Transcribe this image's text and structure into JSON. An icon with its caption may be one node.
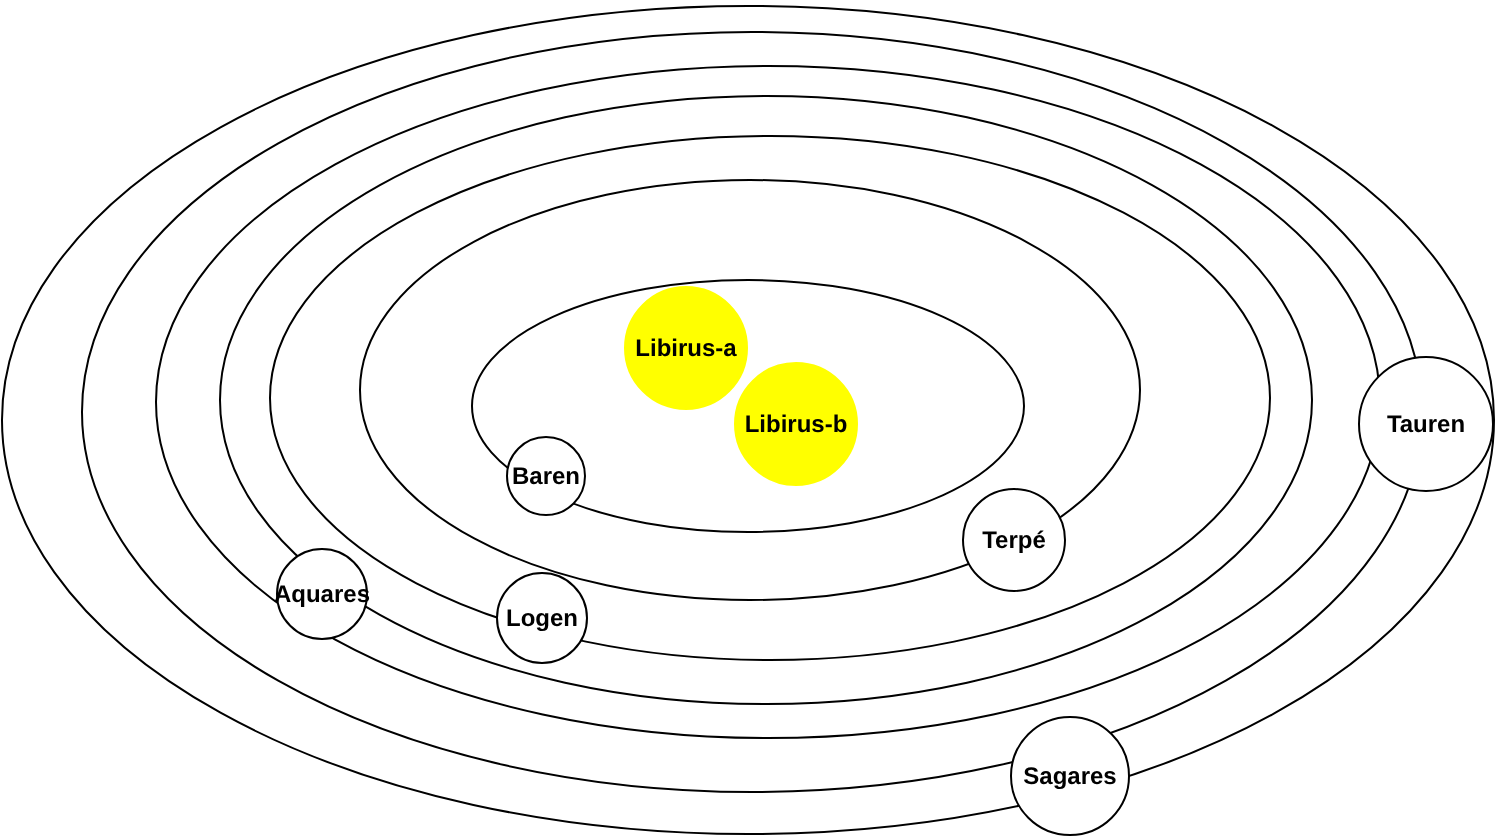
{
  "diagram": {
    "nodes": [
      {
        "text": [
          "Libirus-a"
        ]
      },
      {
        "text": [
          "Libirus-b"
        ]
      },
      {
        "text": [
          "Baren"
        ]
      },
      {
        "text": [
          "Terpé"
        ]
      },
      {
        "text": [
          "Aquares"
        ]
      },
      {
        "text": [
          "Logen"
        ]
      },
      {
        "text": [
          "Tauren"
        ]
      },
      {
        "text": [
          "Sagares"
        ]
      }
    ]
  }
}
